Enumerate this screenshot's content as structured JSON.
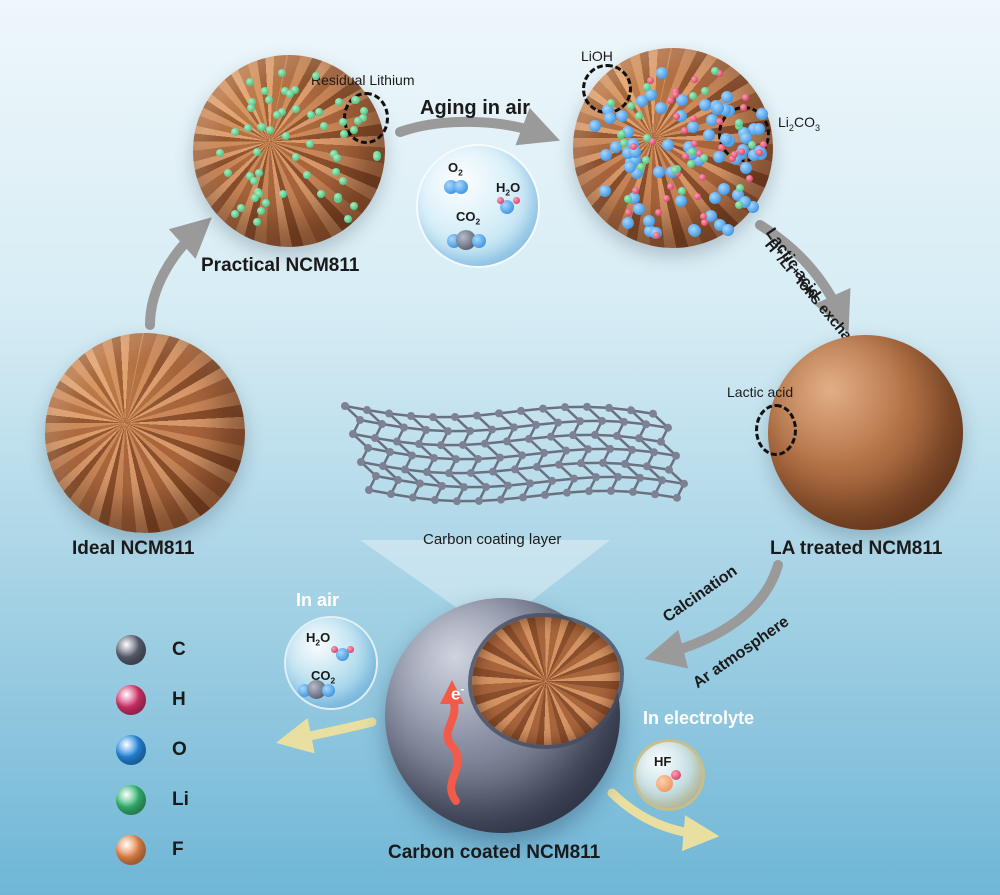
{
  "particles": {
    "ideal": {
      "label": "Ideal NCM811"
    },
    "practical": {
      "label": "Practical NCM811",
      "callout": "Residual Lithium"
    },
    "aged": {
      "callout_lioh": "LiOH",
      "callout_li2co3_main": "Li",
      "callout_li2co3_sub1": "2",
      "callout_li2co3_mid": "CO",
      "callout_li2co3_sub2": "3"
    },
    "la_treated": {
      "label": "LA treated NCM811",
      "callout": "Lactic acid"
    },
    "carbon_coated": {
      "label": "Carbon coated NCM811",
      "electron": "e",
      "electron_sup": "-"
    }
  },
  "steps": {
    "aging": "Aging in air",
    "ion_exchange": "H⁺/Li⁺  ions exchange",
    "lactic_acid": "Lactic acid",
    "calcination": "Calcination",
    "ar_atmosphere": "Ar atmosphere"
  },
  "air_bubble": {
    "o2_main": "O",
    "o2_sub": "2",
    "h2o_main": "H",
    "h2o_sub": "2",
    "h2o_end": "O",
    "co2_main": "CO",
    "co2_sub": "2"
  },
  "coating": {
    "label": "Carbon coating layer"
  },
  "environments": {
    "in_air": "In air",
    "in_electrolyte": "In electrolyte",
    "air_h2o_main": "H",
    "air_h2o_sub": "2",
    "air_h2o_end": "O",
    "air_co2_main": "CO",
    "air_co2_sub": "2",
    "hf": "HF"
  },
  "legend": [
    {
      "symbol": "C",
      "color": "#5b6072"
    },
    {
      "symbol": "H",
      "color": "#d6336c"
    },
    {
      "symbol": "O",
      "color": "#2589e0"
    },
    {
      "symbol": "Li",
      "color": "#36b873"
    },
    {
      "symbol": "F",
      "color": "#e8874a"
    }
  ],
  "colors": {
    "arrow": "#9a9a9a",
    "electron_arrow": "#f25a4a",
    "yellow_arrow": "#e9dfa0"
  }
}
